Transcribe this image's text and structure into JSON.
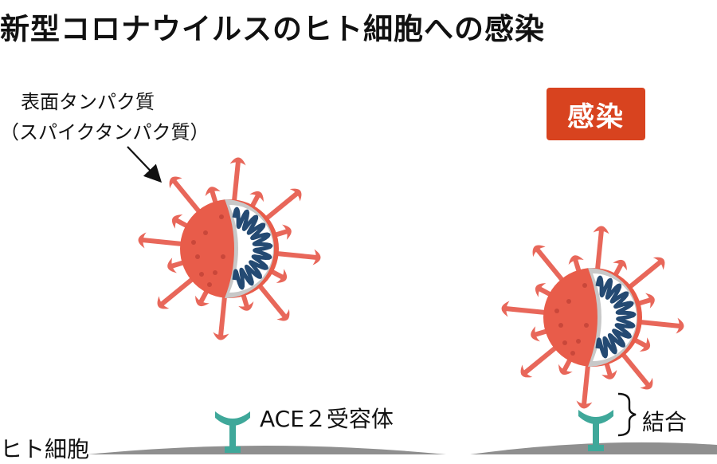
{
  "title": "新型コロナウイルスのヒト細胞への感染",
  "labels": {
    "spike_line1": "表面タンパク質",
    "spike_line2": "（スパイクタンパク質）",
    "infection": "感染",
    "ace2": "ACE２受容体",
    "binding": "結合",
    "human_cell": "ヒト細胞"
  },
  "colors": {
    "virus_body": "#e85c4a",
    "virus_spike": "#e8675a",
    "shell": "#c8c8c8",
    "rna": "#244a73",
    "receptor": "#3fa89a",
    "cell_surface": "#9a9a9a",
    "badge": "#d8431f"
  }
}
